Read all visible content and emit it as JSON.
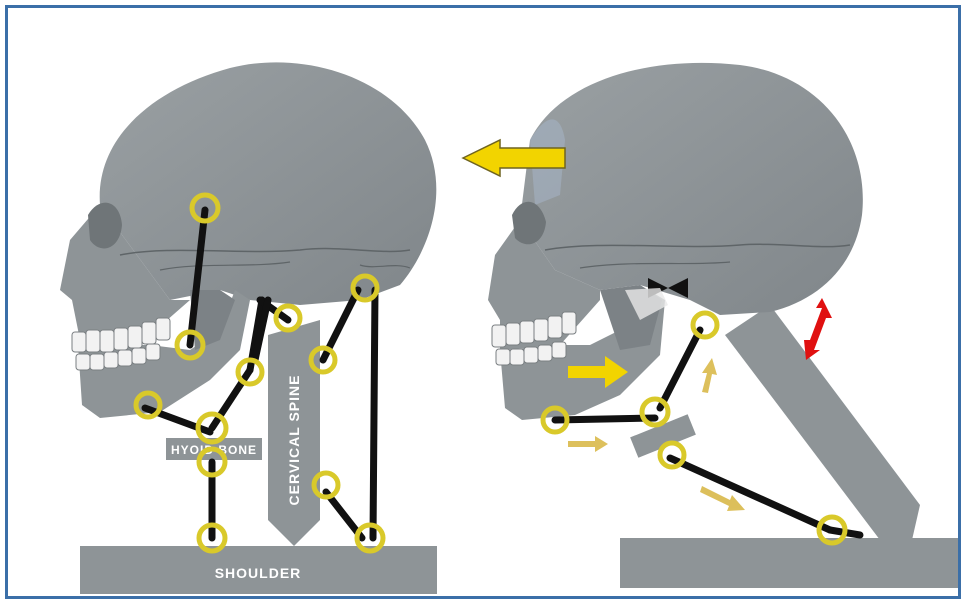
{
  "labels": {
    "hyoid_bone": "HYOID BONE",
    "cervical_spine": "CERVICAL SPINE",
    "shoulder": "SHOULDER"
  },
  "colors": {
    "bone": "#8e9497",
    "bone_dark": "#6f7578",
    "bone_line": "#5f6568",
    "teeth": "#f2f2f2",
    "muscle": "#111111",
    "attachment_ring": "#d9c92a",
    "arrow_yellow": "#f2d400",
    "arrow_faded": "#d9b94a",
    "arrow_red": "#e01010",
    "frame_border": "#3b6fa8",
    "label_box": "#8e9497"
  },
  "icons": {
    "forward_head_arrow": "arrow-left-icon",
    "jaw_push_arrow": "arrow-right-icon",
    "compression_arrow": "double-arrow-vertical-icon"
  }
}
